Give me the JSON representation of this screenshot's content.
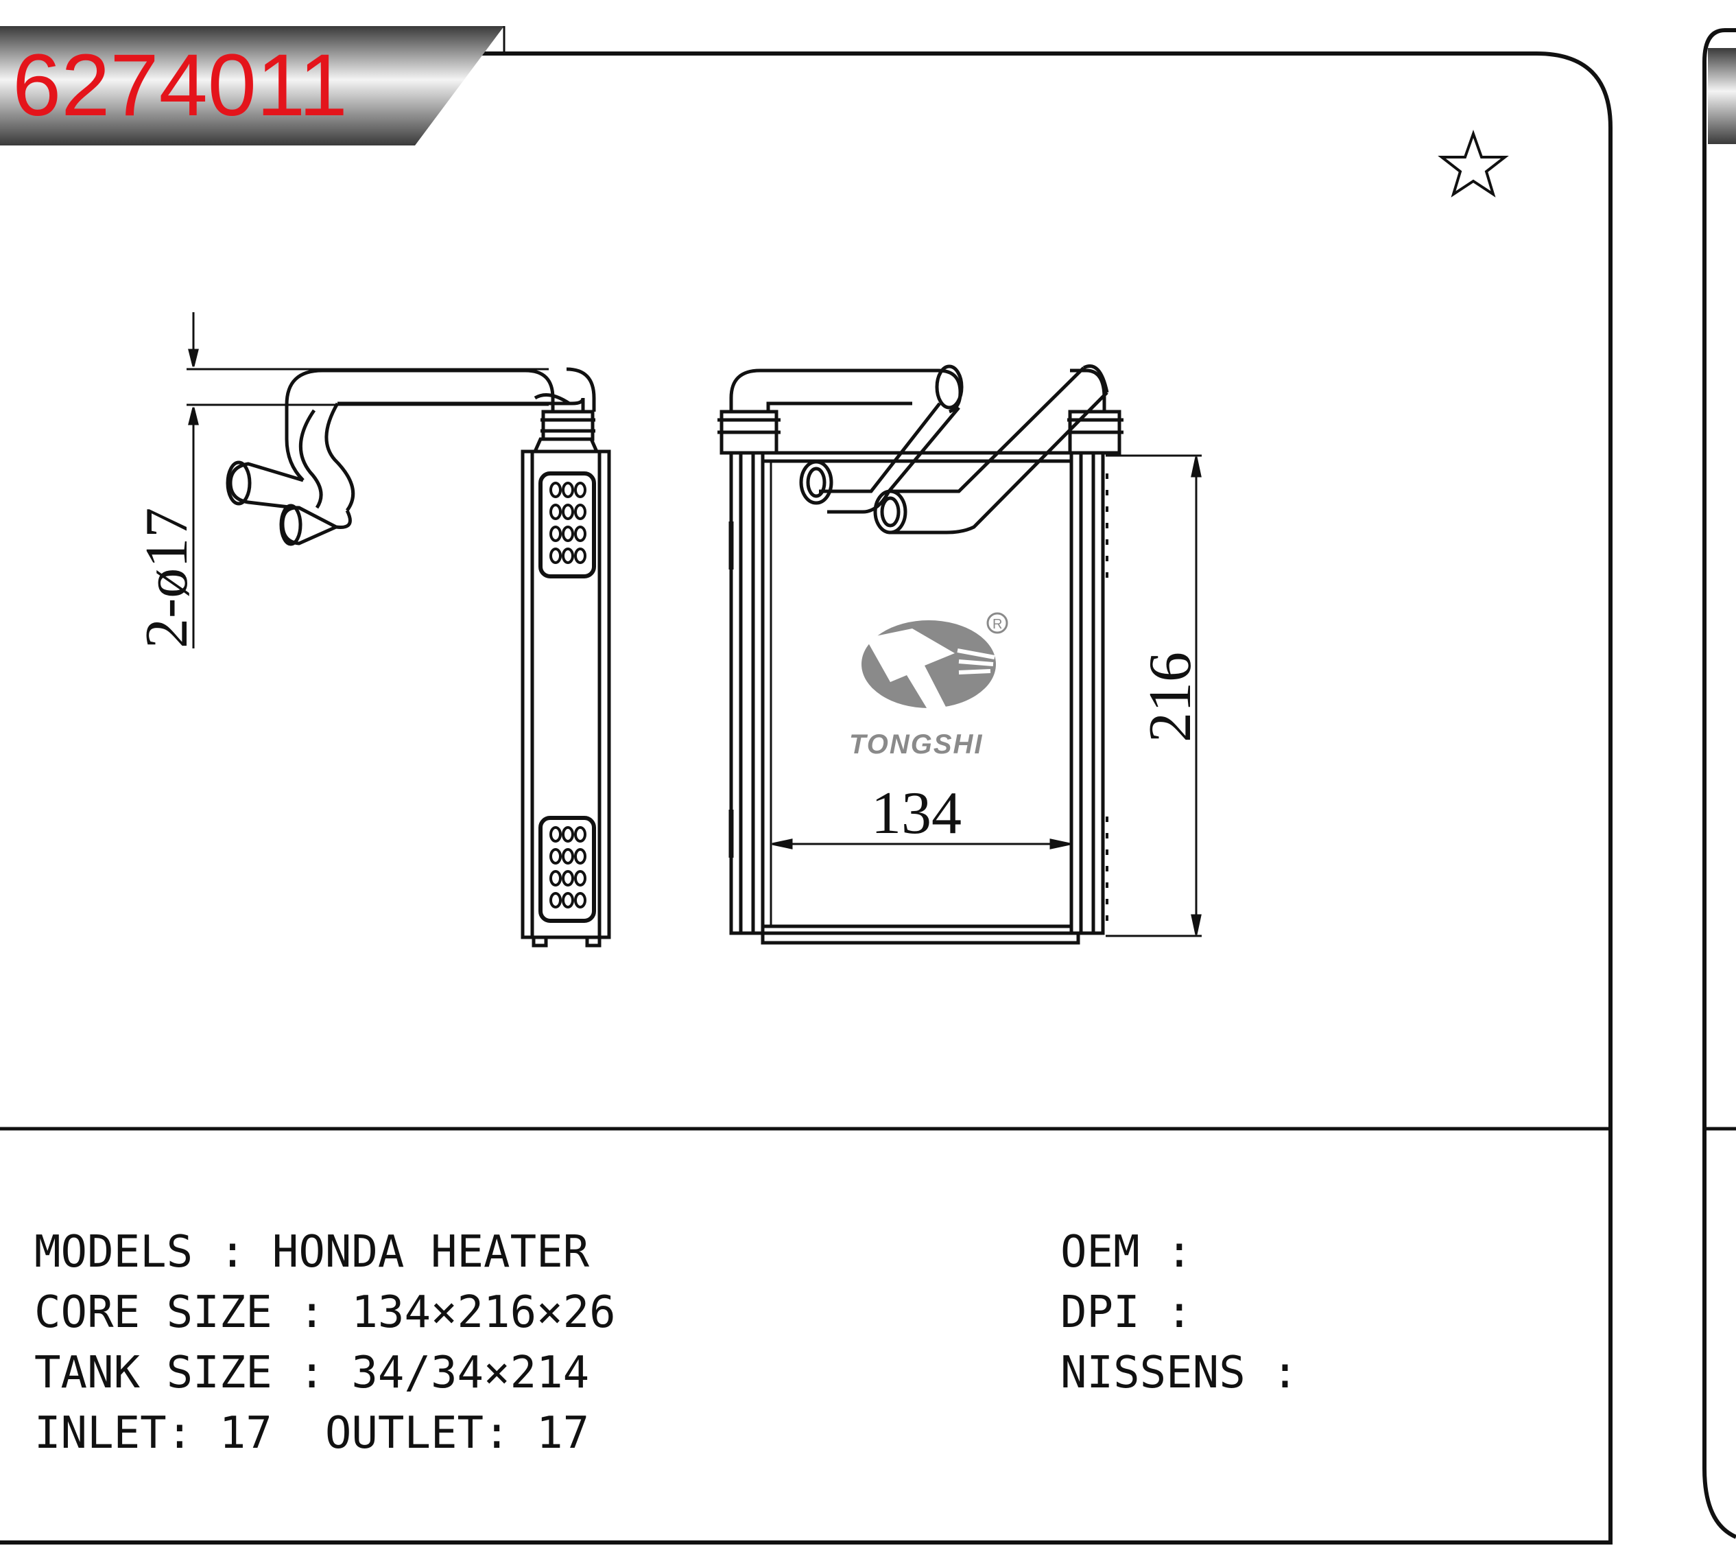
{
  "header": {
    "part_number": "6274011"
  },
  "diagram": {
    "inlet_outlet_dim": "2-ø17",
    "height_dim": "216",
    "width_dim": "134",
    "brand_name": "TONGSHI",
    "registered_mark": "R"
  },
  "specs": {
    "models": "MODELS : HONDA HEATER",
    "core_size": "CORE SIZE : 134×216×26",
    "tank_size": "TANK SIZE : 34/34×214",
    "inlet_outlet": "INLET: 17  OUTLET: 17",
    "oem": "OEM :",
    "dpi": "DPI :",
    "nissens": "NISSENS :"
  },
  "icons": {
    "favorite": "star-outline-icon",
    "logo": "tongshi-logo-icon"
  },
  "colors": {
    "part_number": "#e4141b",
    "banner_dark": "#3a3a3a",
    "banner_light": "#f2f2f2",
    "line": "#111111",
    "logo_gray": "#8a8a8a"
  }
}
